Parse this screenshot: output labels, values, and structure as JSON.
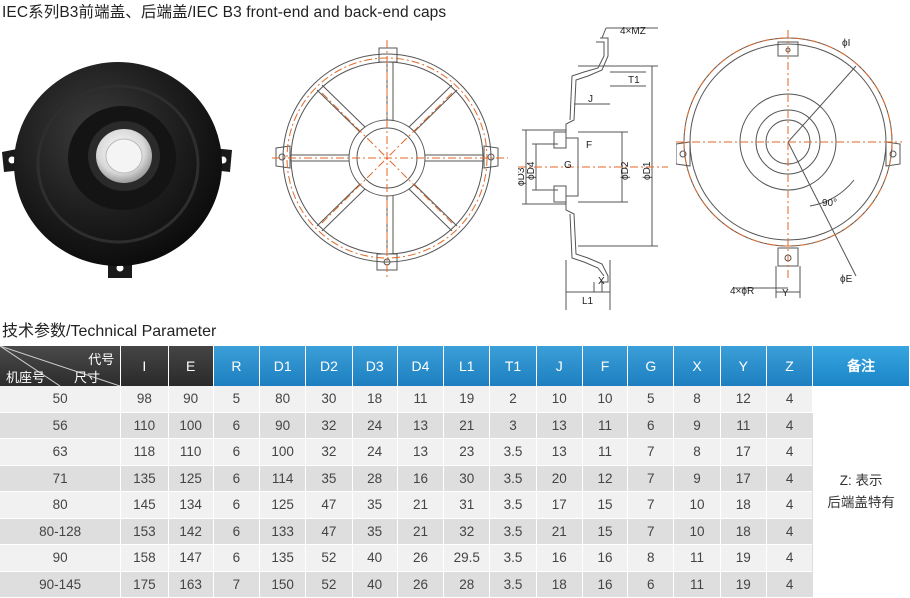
{
  "header": {
    "title": "IEC系列B3前端盖、后端盖/IEC B3 front-end and back-end caps"
  },
  "drawing_labels": {
    "mz": "4×MZ",
    "t1": "T1",
    "j": "J",
    "f": "F",
    "g": "G",
    "d3": "ϕD3",
    "d4": "ϕD4",
    "d2": "ϕD2",
    "d1": "ϕD1",
    "x": "X",
    "l1": "L1",
    "phi_i": "ϕI",
    "angle": "90°",
    "phi_e": "ϕE",
    "r": "4×ϕR",
    "y": "Y"
  },
  "section": {
    "title": "技术参数/Technical Parameter"
  },
  "table": {
    "corner_code": "代号",
    "corner_size": "尺寸",
    "corner_frame": "机座号",
    "columns": [
      "I",
      "E",
      "R",
      "D1",
      "D2",
      "D3",
      "D4",
      "L1",
      "T1",
      "J",
      "F",
      "G",
      "X",
      "Y",
      "Z"
    ],
    "note_header": "备注",
    "note_line1": "Z: 表示",
    "note_line2": "后端盖特有",
    "rows": [
      {
        "frame": "50",
        "values": [
          "98",
          "90",
          "5",
          "80",
          "30",
          "18",
          "11",
          "19",
          "2",
          "10",
          "10",
          "5",
          "8",
          "12",
          "4"
        ]
      },
      {
        "frame": "56",
        "values": [
          "110",
          "100",
          "6",
          "90",
          "32",
          "24",
          "13",
          "21",
          "3",
          "13",
          "11",
          "6",
          "9",
          "11",
          "4"
        ]
      },
      {
        "frame": "63",
        "values": [
          "118",
          "110",
          "6",
          "100",
          "32",
          "24",
          "13",
          "23",
          "3.5",
          "13",
          "11",
          "7",
          "8",
          "17",
          "4"
        ]
      },
      {
        "frame": "71",
        "values": [
          "135",
          "125",
          "6",
          "114",
          "35",
          "28",
          "16",
          "30",
          "3.5",
          "20",
          "12",
          "7",
          "9",
          "17",
          "4"
        ]
      },
      {
        "frame": "80",
        "values": [
          "145",
          "134",
          "6",
          "125",
          "47",
          "35",
          "21",
          "31",
          "3.5",
          "17",
          "15",
          "7",
          "10",
          "18",
          "4"
        ]
      },
      {
        "frame": "80-128",
        "values": [
          "153",
          "142",
          "6",
          "133",
          "47",
          "35",
          "21",
          "32",
          "3.5",
          "21",
          "15",
          "7",
          "10",
          "18",
          "4"
        ]
      },
      {
        "frame": "90",
        "values": [
          "158",
          "147",
          "6",
          "135",
          "52",
          "40",
          "26",
          "29.5",
          "3.5",
          "16",
          "16",
          "8",
          "11",
          "19",
          "4"
        ]
      },
      {
        "frame": "90-145",
        "values": [
          "175",
          "163",
          "7",
          "150",
          "52",
          "40",
          "26",
          "28",
          "3.5",
          "18",
          "16",
          "6",
          "11",
          "19",
          "4"
        ]
      }
    ]
  }
}
